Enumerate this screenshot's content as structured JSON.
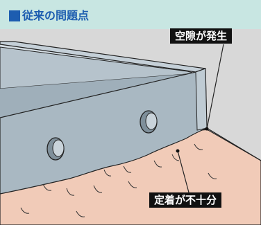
{
  "title": {
    "text": "従来の問題点",
    "marker_color": "#1d5db0",
    "text_color": "#1d5db0"
  },
  "labels": {
    "gap": "空隙が発生",
    "poor_adhesion": "定着が不十分"
  },
  "colors": {
    "background": "#c8e6e2",
    "wall": "#d9d9d9",
    "metal_face": "#a9b8c2",
    "metal_top": "#c9d4db",
    "soil": "#f1cbb8",
    "label_bg": "#111111"
  }
}
